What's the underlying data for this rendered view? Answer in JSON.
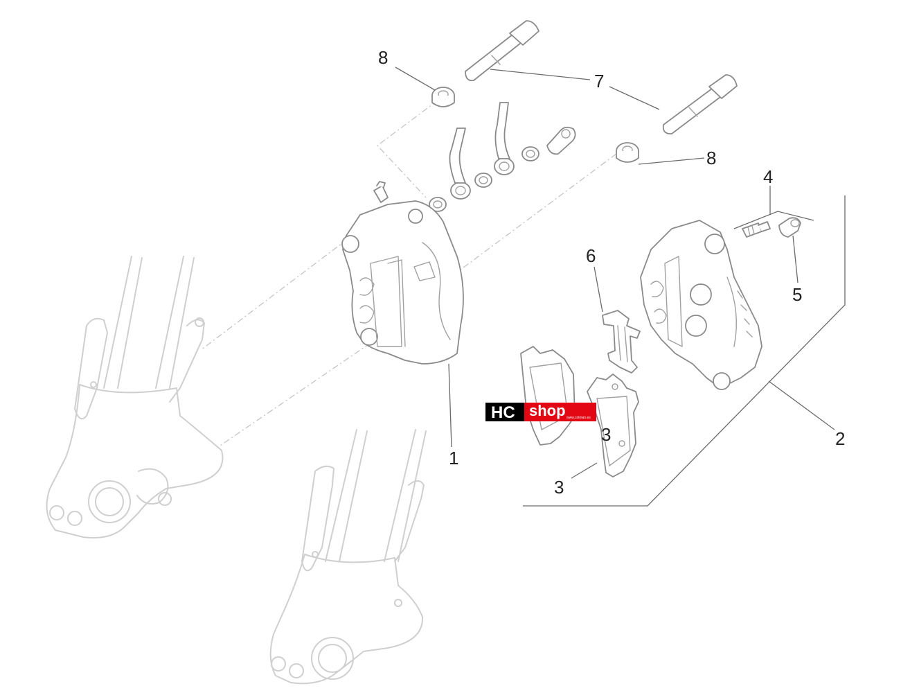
{
  "diagram": {
    "callouts": {
      "c1": "1",
      "c2": "2",
      "c3a": "3",
      "c3b": "3",
      "c4": "4",
      "c5": "5",
      "c6": "6",
      "c7": "7",
      "c8a": "8",
      "c8b": "8"
    },
    "watermark": {
      "brand": "HC",
      "word": "shop",
      "tagline": "www.colman.es",
      "colors": {
        "brand_bg": "#000000",
        "word_bg": "#e30613",
        "text": "#ffffff"
      }
    }
  }
}
